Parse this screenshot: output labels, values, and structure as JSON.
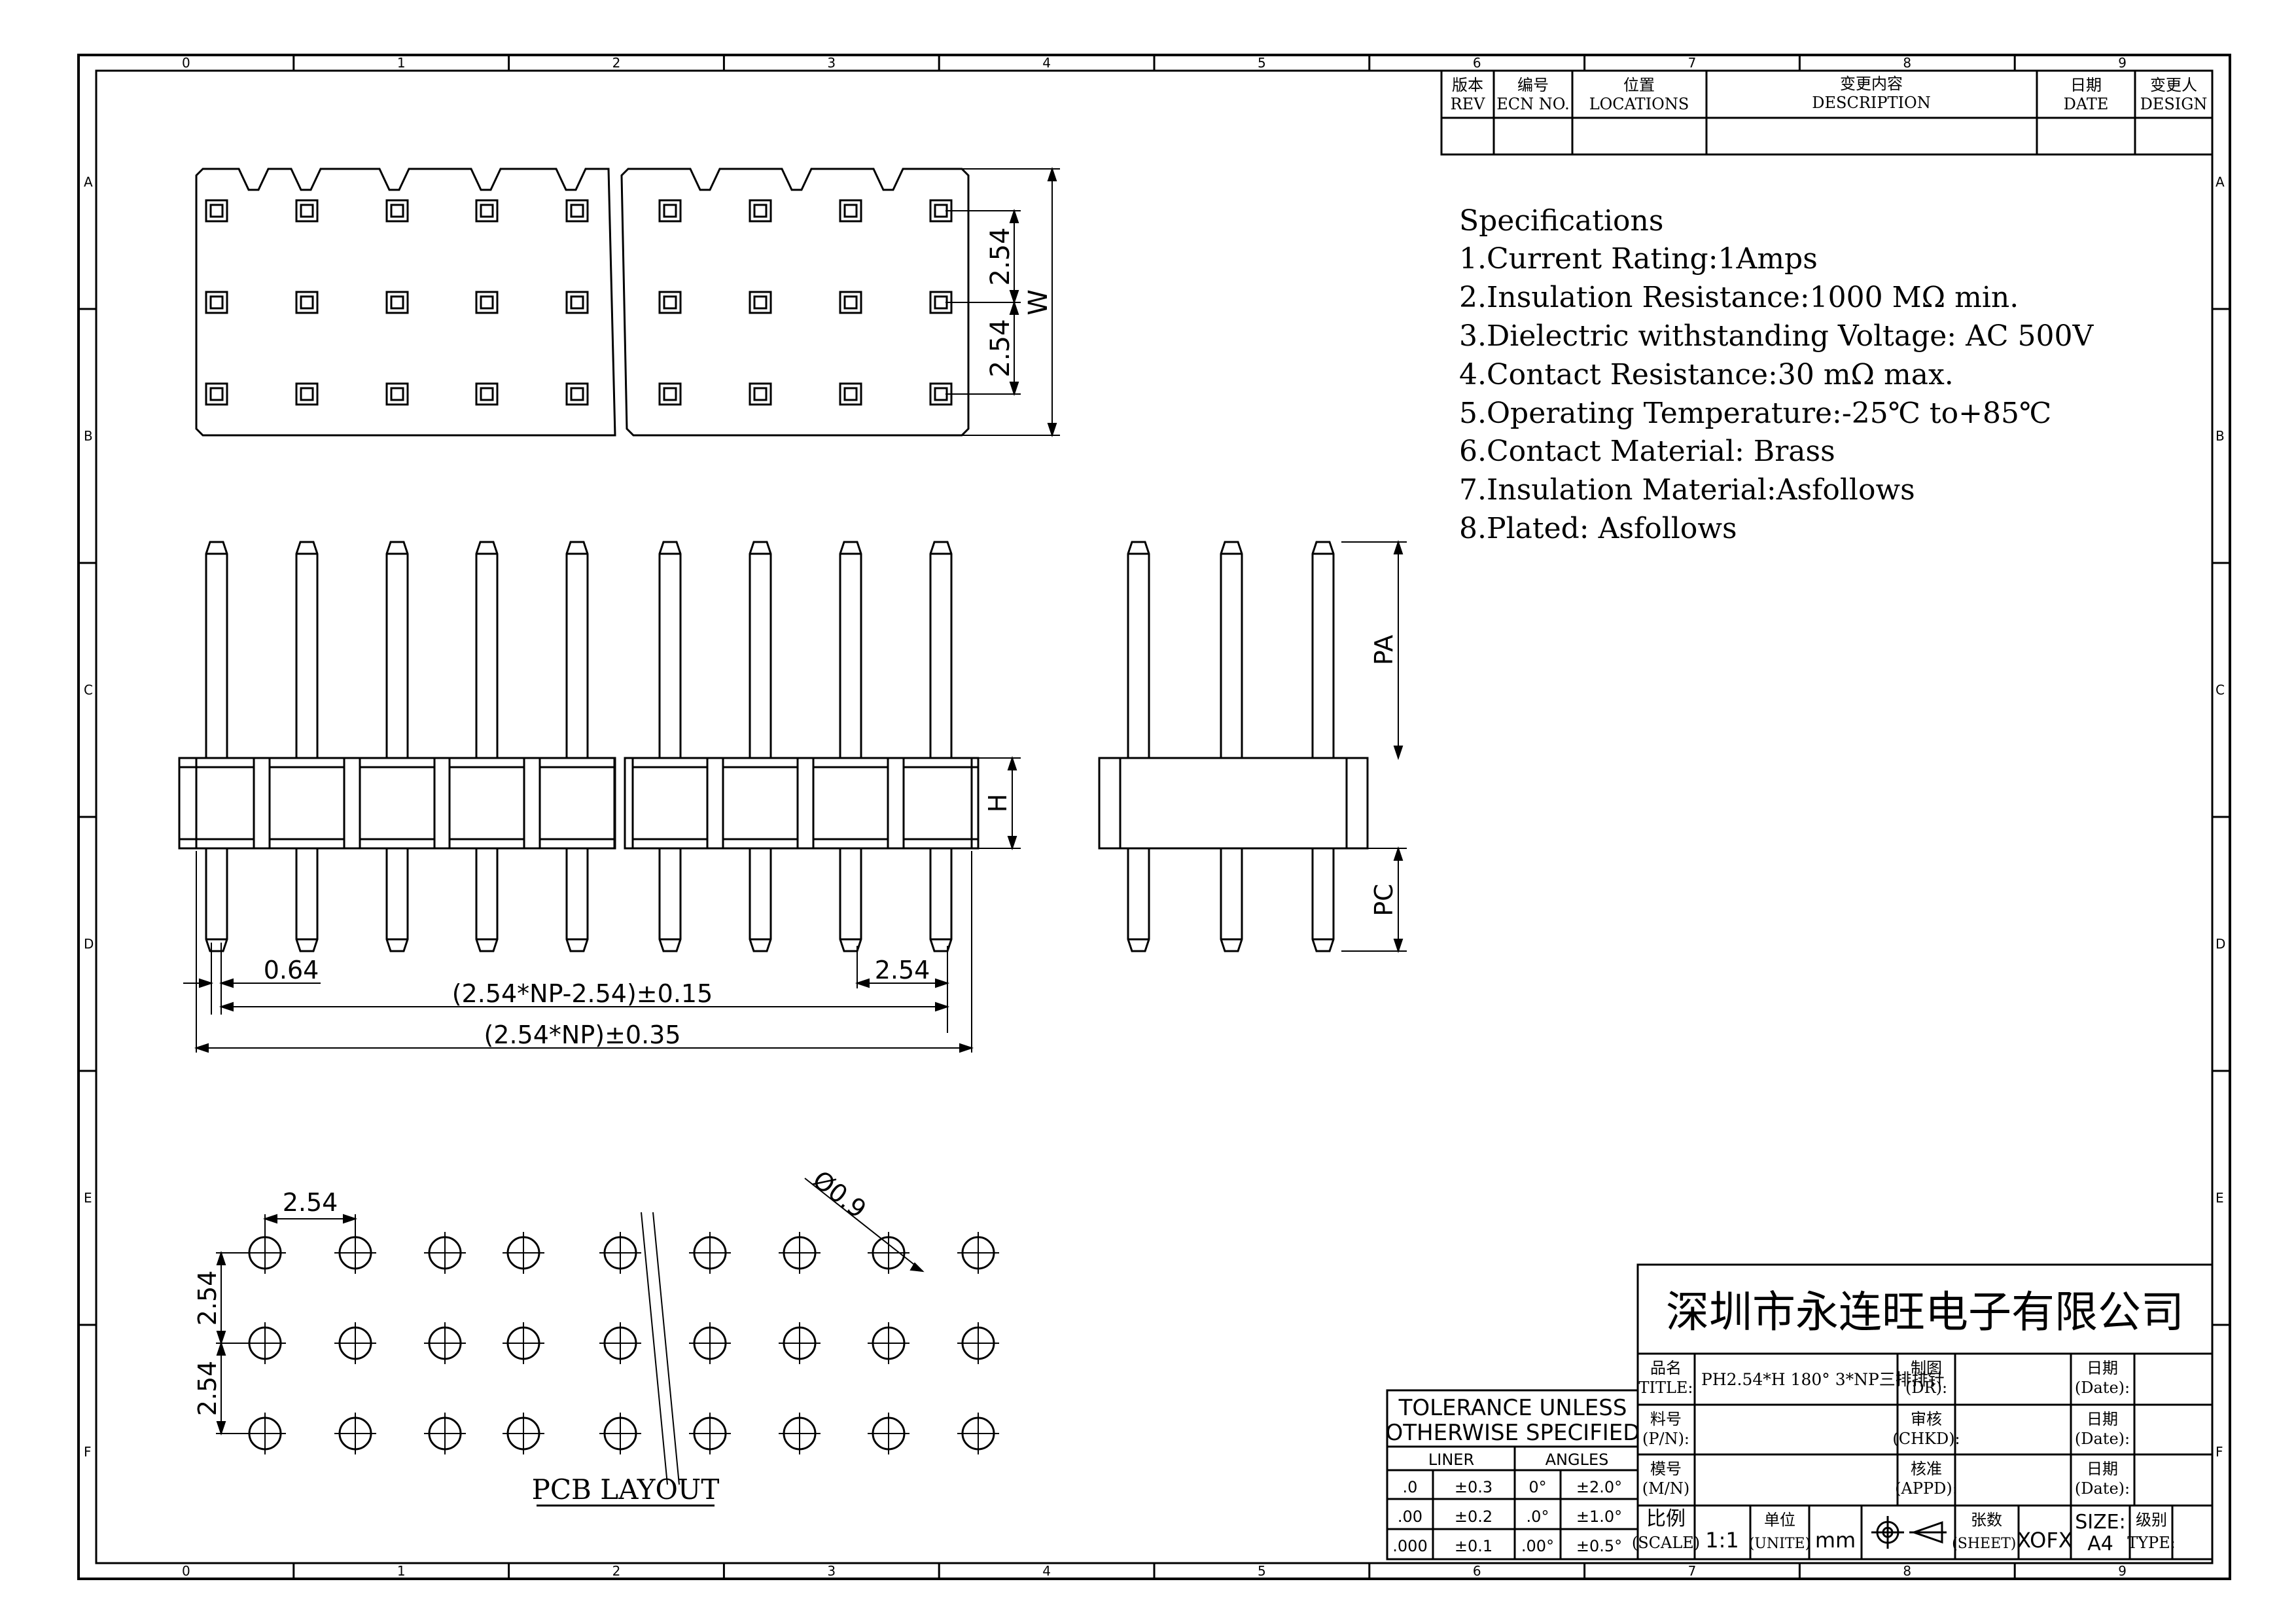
{
  "border": {
    "cols": [
      "0",
      "1",
      "2",
      "3",
      "4",
      "5",
      "6",
      "7",
      "8",
      "9"
    ],
    "rows": [
      "A",
      "B",
      "C",
      "D",
      "E",
      "F"
    ]
  },
  "revision_table": {
    "headers": [
      {
        "cn": "版本",
        "en": "REV"
      },
      {
        "cn": "编号",
        "en": "ECN NO."
      },
      {
        "cn": "位置",
        "en": "LOCATIONS"
      },
      {
        "cn": "变更内容",
        "en": "DESCRIPTION"
      },
      {
        "cn": "日期",
        "en": "DATE"
      },
      {
        "cn": "变更人",
        "en": "DESIGN"
      }
    ]
  },
  "specs": {
    "heading": "Specifications",
    "items": [
      "1.Current Rating:1Amps",
      "2.Insulation Resistance:1000 MΩ min.",
      "3.Dielectric withstanding Voltage: AC 500V",
      "4.Contact Resistance:30 mΩ max.",
      "5.Operating Temperature:-25℃ to+85℃",
      "6.Contact Material:  Brass",
      "7.Insulation Material:Asfollows",
      "8.Plated: Asfollows"
    ]
  },
  "dims": {
    "top_pitch_1": "2.54",
    "top_pitch_2": "2.54",
    "width": "W",
    "pin_width": "0.64",
    "pitch_front": "2.54",
    "length_1": "(2.54*NP-2.54)±0.15",
    "length_2": "(2.54*NP)±0.35",
    "height": "H",
    "pa": "PA",
    "pc": "PC",
    "pcb_pitch_x": "2.54",
    "pcb_pitch_y1": "2.54",
    "pcb_pitch_y2": "2.54",
    "hole_dia": "Ø0.9",
    "pcb_label": "PCB  LAYOUT"
  },
  "tolerance": {
    "title_1": "TOLERANCE UNLESS",
    "title_2": "OTHERWISE SPECIFIED",
    "liner": "LINER",
    "angles": "ANGLES",
    "rows": [
      [
        ".0",
        "±0.3",
        "0°",
        "±2.0°"
      ],
      [
        ".00",
        "±0.2",
        ".0°",
        "±1.0°"
      ],
      [
        ".000",
        "±0.1",
        ".00°",
        "±0.5°"
      ]
    ]
  },
  "title_block": {
    "company": "深圳市永连旺电子有限公司",
    "title_cn": "品名",
    "title_en": "TITLE:",
    "title_value": "PH2.54*H 180° 3*NP三排排针",
    "drawn_cn": "制图",
    "drawn_en": "(DR):",
    "date_cn": "日期",
    "date_en": "(Date):",
    "pn_cn": "料号",
    "pn_en": "(P/N):",
    "chkd_cn": "审核",
    "chkd_en": "(CHKD):",
    "mn_cn": "模号",
    "mn_en": "(M/N)",
    "appd_cn": "核准",
    "appd_en": "(APPD):",
    "scale_cn": "比例",
    "scale_en": "(SCALE)",
    "scale_value": "1:1",
    "unit_cn": "单位",
    "unit_en": "(UNITE)",
    "unit_value": "mm",
    "sheet_cn": "张数",
    "sheet_en": "(SHEET):",
    "sheet_value": "XOFX",
    "size_label": "SIZE:",
    "size_value": "A4",
    "type_cn": "级别",
    "type_en": "TYPE:"
  }
}
